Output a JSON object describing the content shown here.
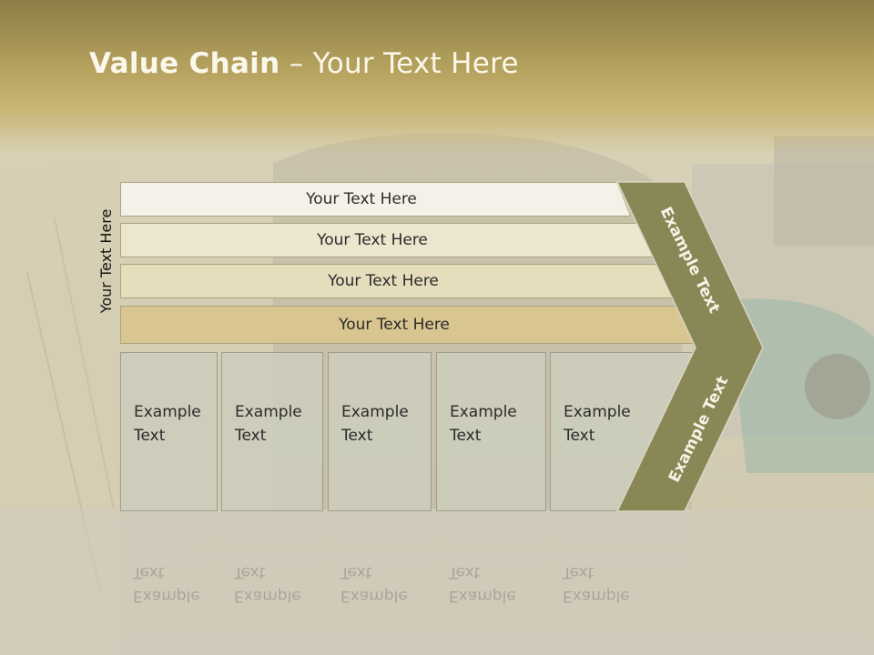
{
  "slide": {
    "title_bold": "Value Chain",
    "title_rest": " – Your Text Here",
    "side_label": "Your Text Here",
    "bars": [
      {
        "label": "Your Text Here",
        "color": "#f4f2e8"
      },
      {
        "label": "Your Text Here",
        "color": "#ede6cf"
      },
      {
        "label": "Your Text Here",
        "color": "#e6ddbd"
      },
      {
        "label": "Your Text Here",
        "color": "#d9c58f"
      }
    ],
    "boxes": [
      {
        "label": "Example\nText"
      },
      {
        "label": "Example\nText"
      },
      {
        "label": "Example\nText"
      },
      {
        "label": "Example\nText"
      },
      {
        "label": "Example\nText"
      }
    ],
    "chevron": {
      "top_label": "Example Text",
      "bottom_label": "Example Text",
      "color": "#8a8757"
    }
  }
}
